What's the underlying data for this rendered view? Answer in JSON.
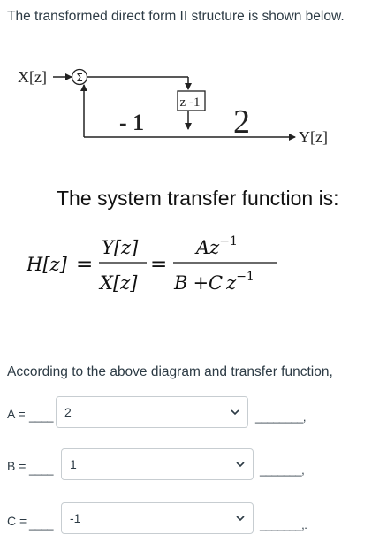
{
  "intro_text": "The transformed direct form II structure is shown below.",
  "diagram": {
    "input_label": "X[z]",
    "output_label": "Y[z]",
    "sum_symbol": "Σ",
    "feedback_gain": "- 1",
    "delay_label": "z -1",
    "forward_gain": "2"
  },
  "transfer_heading": "The system transfer function is:",
  "formula": {
    "lhs": "H[z]",
    "equals": "=",
    "ratio_num": "Y[z]",
    "ratio_den": "X[z]",
    "tf_num": "Az",
    "tf_num_exp": "−1",
    "tf_den_b": "B",
    "tf_den_plus": "+",
    "tf_den_c": "C",
    "tf_den_z": "z",
    "tf_den_exp": "−1"
  },
  "according_text": "According to the above diagram and transfer function,",
  "questions": [
    {
      "label": "A =",
      "lead": "____",
      "selected": "2",
      "trail": "________,"
    },
    {
      "label": "B =",
      "lead": "____",
      "selected": "1",
      "trail": "_______,"
    },
    {
      "label": "C =",
      "lead": "____",
      "selected": "-1",
      "trail": "_______,."
    }
  ],
  "colors": {
    "text": "#2d3b45",
    "border": "#c7cdd1",
    "diagram": "#222222"
  }
}
